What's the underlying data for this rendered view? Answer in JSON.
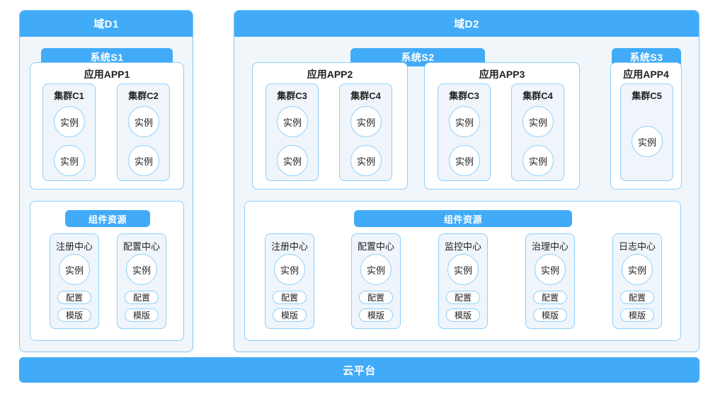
{
  "diagram": {
    "title_bottom": "云平台",
    "labels": {
      "instance": "实例",
      "config": "配置",
      "template": "模版",
      "component_resource": "组件资源"
    },
    "colors": {
      "accent_blue": "#42ABF8",
      "border_blue": "#8dd0fb",
      "panel_bg": "#F1F6FB",
      "card_bg": "#EFF5FB",
      "white": "#ffffff",
      "text": "#222222"
    },
    "domains": [
      {
        "name": "域D1",
        "systems": [
          {
            "name": "系统S1",
            "apps": [
              {
                "name": "应用APP1",
                "clusters": [
                  {
                    "name": "集群C1",
                    "instances": [
                      "实例",
                      "实例"
                    ]
                  },
                  {
                    "name": "集群C2",
                    "instances": [
                      "实例",
                      "实例"
                    ]
                  }
                ]
              }
            ]
          }
        ],
        "component_resource": {
          "title": "组件资源",
          "components": [
            {
              "name": "注册中心",
              "instance": "实例",
              "pills": [
                "配置",
                "模版"
              ]
            },
            {
              "name": "配置中心",
              "instance": "实例",
              "pills": [
                "配置",
                "模版"
              ]
            }
          ]
        }
      },
      {
        "name": "域D2",
        "systems": [
          {
            "name": "系统S2",
            "apps": [
              {
                "name": "应用APP2",
                "clusters": [
                  {
                    "name": "集群C3",
                    "instances": [
                      "实例",
                      "实例"
                    ]
                  },
                  {
                    "name": "集群C4",
                    "instances": [
                      "实例",
                      "实例"
                    ]
                  }
                ]
              },
              {
                "name": "应用APP3",
                "clusters": [
                  {
                    "name": "集群C3",
                    "instances": [
                      "实例",
                      "实例"
                    ]
                  },
                  {
                    "name": "集群C4",
                    "instances": [
                      "实例",
                      "实例"
                    ]
                  }
                ]
              }
            ]
          },
          {
            "name": "系统S3",
            "apps": [
              {
                "name": "应用APP4",
                "clusters": [
                  {
                    "name": "集群C5",
                    "instances": [
                      "实例"
                    ]
                  }
                ]
              }
            ]
          }
        ],
        "component_resource": {
          "title": "组件资源",
          "components": [
            {
              "name": "注册中心",
              "instance": "实例",
              "pills": [
                "配置",
                "模版"
              ]
            },
            {
              "name": "配置中心",
              "instance": "实例",
              "pills": [
                "配置",
                "模版"
              ]
            },
            {
              "name": "监控中心",
              "instance": "实例",
              "pills": [
                "配置",
                "模版"
              ]
            },
            {
              "name": "治理中心",
              "instance": "实例",
              "pills": [
                "配置",
                "模版"
              ]
            },
            {
              "name": "日志中心",
              "instance": "实例",
              "pills": [
                "配置",
                "模版"
              ]
            }
          ]
        }
      }
    ]
  }
}
